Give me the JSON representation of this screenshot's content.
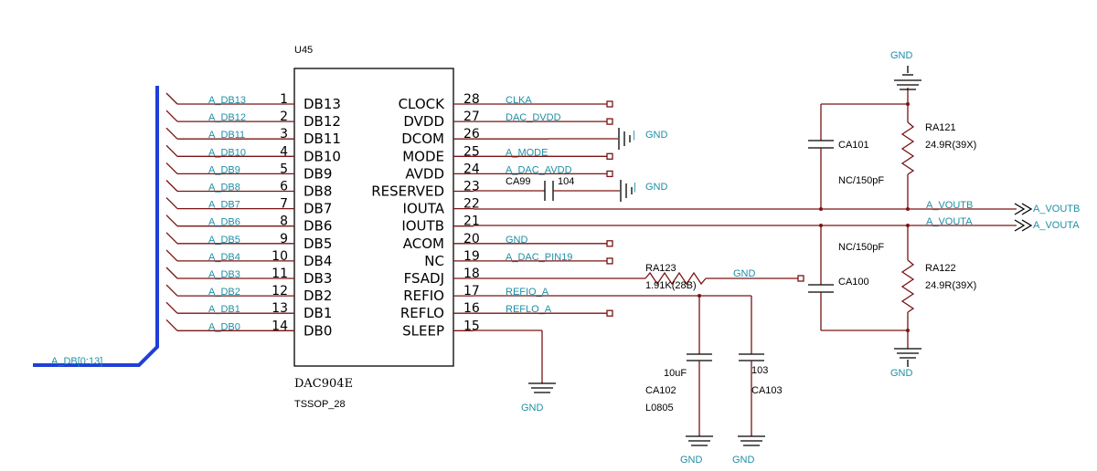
{
  "ic": {
    "refdes": "U45",
    "part": "DAC904E",
    "package": "TSSOP_28",
    "left_pins": [
      {
        "num": "1",
        "name": "DB13",
        "net": "A_DB13"
      },
      {
        "num": "2",
        "name": "DB12",
        "net": "A_DB12"
      },
      {
        "num": "3",
        "name": "DB11",
        "net": "A_DB11"
      },
      {
        "num": "4",
        "name": "DB10",
        "net": "A_DB10"
      },
      {
        "num": "5",
        "name": "DB9",
        "net": "A_DB9"
      },
      {
        "num": "6",
        "name": "DB8",
        "net": "A_DB8"
      },
      {
        "num": "7",
        "name": "DB7",
        "net": "A_DB7"
      },
      {
        "num": "8",
        "name": "DB6",
        "net": "A_DB6"
      },
      {
        "num": "9",
        "name": "DB5",
        "net": "A_DB5"
      },
      {
        "num": "10",
        "name": "DB4",
        "net": "A_DB4"
      },
      {
        "num": "11",
        "name": "DB3",
        "net": "A_DB3"
      },
      {
        "num": "12",
        "name": "DB2",
        "net": "A_DB2"
      },
      {
        "num": "13",
        "name": "DB1",
        "net": "A_DB1"
      },
      {
        "num": "14",
        "name": "DB0",
        "net": "A_DB0"
      }
    ],
    "right_pins": [
      {
        "num": "28",
        "name": "CLOCK",
        "net": "CLKA"
      },
      {
        "num": "27",
        "name": "DVDD",
        "net": "DAC_DVDD"
      },
      {
        "num": "26",
        "name": "DCOM",
        "net": ""
      },
      {
        "num": "25",
        "name": "MODE",
        "net": "A_MODE"
      },
      {
        "num": "24",
        "name": "AVDD",
        "net": "A_DAC_AVDD"
      },
      {
        "num": "23",
        "name": "RESERVED",
        "net": ""
      },
      {
        "num": "22",
        "name": "IOUTA",
        "net": ""
      },
      {
        "num": "21",
        "name": "IOUTB",
        "net": ""
      },
      {
        "num": "20",
        "name": "ACOM",
        "net": "GND"
      },
      {
        "num": "19",
        "name": "NC",
        "net": "A_DAC_PIN19"
      },
      {
        "num": "18",
        "name": "FSADJ",
        "net": ""
      },
      {
        "num": "17",
        "name": "REFIO",
        "net": "REFIO_A"
      },
      {
        "num": "16",
        "name": "REFLO",
        "net": "REFLO_A"
      },
      {
        "num": "15",
        "name": "SLEEP",
        "net": ""
      }
    ]
  },
  "bus_label": "A_DB[0:13]",
  "gnd_label": "GND",
  "components": {
    "ca99": {
      "ref": "CA99",
      "value": "104"
    },
    "ra123": {
      "ref": "RA123",
      "value": "1.91K(28B)"
    },
    "ca101": {
      "ref": "CA101"
    },
    "ca100": {
      "ref": "CA100"
    },
    "nc_cap_value": "NC/150pF",
    "ra121": {
      "ref": "RA121",
      "value": "24.9R(39X)"
    },
    "ra122": {
      "ref": "RA122",
      "value": "24.9R(39X)"
    },
    "ca102": {
      "ref": "CA102",
      "value": "10uF",
      "package": "L0805"
    },
    "ca103": {
      "ref": "CA103",
      "value": "103"
    }
  },
  "outputs": {
    "voutb_wire": "A_VOUTB",
    "voutb_port": "A_VOUTB",
    "vouta_wire": "A_VOUTA",
    "vouta_port": "A_VOUTA"
  }
}
